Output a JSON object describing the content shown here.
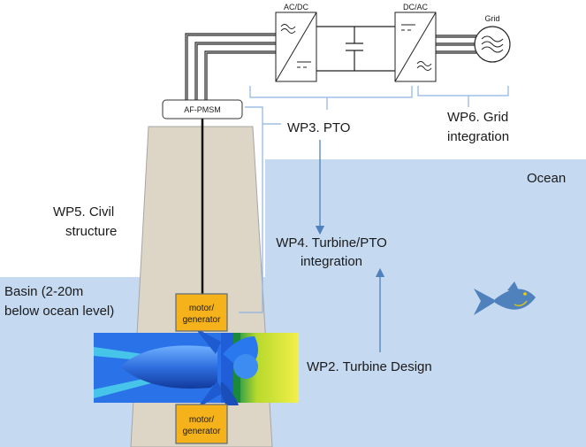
{
  "converters": {
    "acdc": "AC/DC",
    "dcac": "DC/AC",
    "grid": "Grid"
  },
  "machine_label": "AF-PMSM",
  "ocean_label": "Ocean",
  "basin_label": [
    "Basin (2-20m",
    "below ocean level)"
  ],
  "work_packages": {
    "wp2": "WP2. Turbine Design",
    "wp3": "WP3. PTO",
    "wp4": [
      "WP4. Turbine/PTO",
      "integration"
    ],
    "wp5": [
      "WP5. Civil",
      "structure"
    ],
    "wp6": [
      "WP6. Grid",
      "integration"
    ]
  },
  "motor_generator_label": [
    "motor/",
    "generator"
  ],
  "colors": {
    "ocean": "#c5d9f1",
    "structure": "#ddd6c6",
    "structure_edge": "#a6a6a6",
    "motor": "#f5b21a",
    "arrow": "#4f81bd",
    "bracket": "#8eb4e3"
  }
}
